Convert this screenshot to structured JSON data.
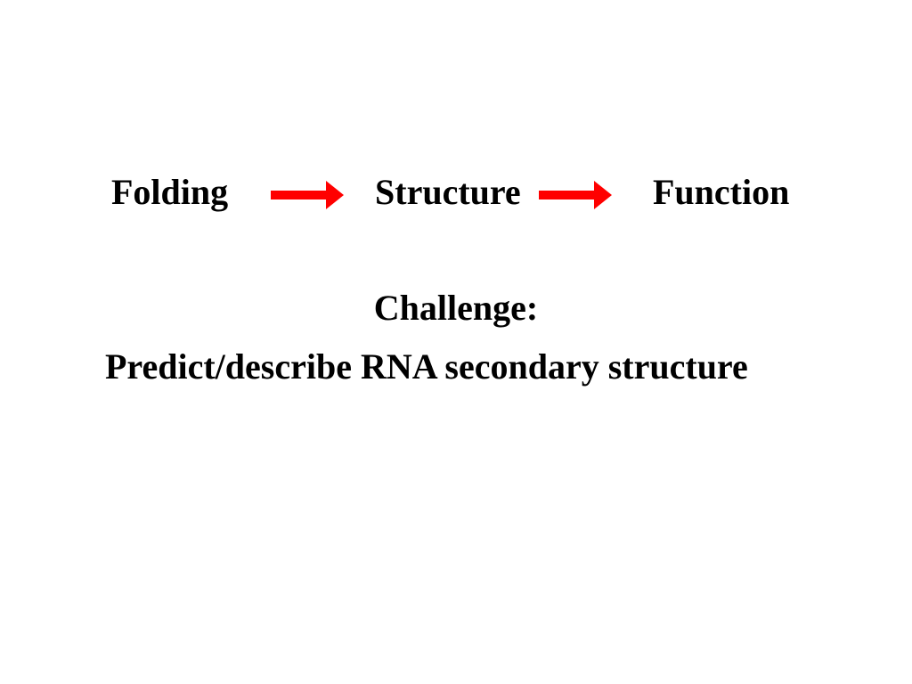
{
  "flow": {
    "terms": [
      "Folding",
      "Structure",
      "Function"
    ],
    "arrow_color": "#ff0000"
  },
  "challenge": {
    "heading": "Challenge:",
    "text": "Predict/describe RNA secondary structure"
  }
}
